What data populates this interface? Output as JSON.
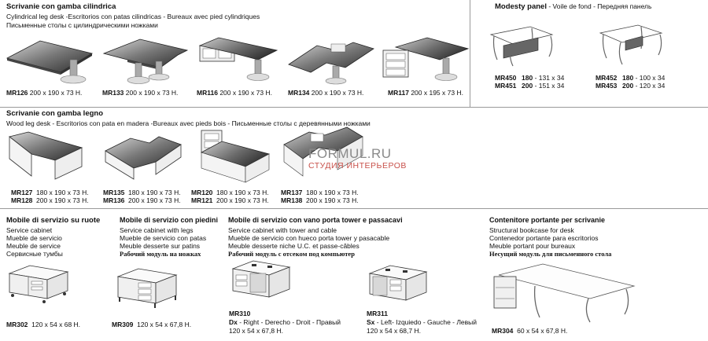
{
  "section1": {
    "title": "Scrivanie con gamba cilindrica",
    "subtitle": "Cylindrical leg desk -Escritorios con patas cilindricas - Bureaux avec pied cylindriques",
    "subtitle_ru": "Письменные столы с цилиндрическими ножками",
    "items": [
      {
        "code": "MR126",
        "dims": "200 x 190 x 73 H."
      },
      {
        "code": "MR133",
        "dims": "200 x 190 x 73 H."
      },
      {
        "code": "MR116",
        "dims": "200 x 190 x 73 H."
      },
      {
        "code": "MR134",
        "dims": "200 x 190 x 73 H."
      },
      {
        "code": "MR117",
        "dims": "200 x 195 x 73 H."
      }
    ]
  },
  "modesty": {
    "title": "Modesty panel",
    "subtitle": " - Voile de fond - Передняя панель",
    "left": [
      {
        "code": "MR450",
        "size": "180",
        "dims": "- 131 x 34"
      },
      {
        "code": "MR451",
        "size": "200",
        "dims": "- 151 x 34"
      }
    ],
    "right": [
      {
        "code": "MR452",
        "size": "180",
        "dims": "- 100 x 34"
      },
      {
        "code": "MR453",
        "size": "200",
        "dims": "- 120 x 34"
      }
    ]
  },
  "section2": {
    "title": "Scrivanie con gamba legno",
    "subtitle": "Wood leg desk - Escritorios con pata en madera -Bureaux avec pieds bois - Письменные столы с деревянными ножками",
    "items": [
      {
        "code1": "MR127",
        "dims1": "180 x 190 x 73 H.",
        "code2": "MR128",
        "dims2": "200 x 190 x 73 H."
      },
      {
        "code1": "MR135",
        "dims1": "180 x 190 x 73 H.",
        "code2": "MR136",
        "dims2": "200 x 190 x 73 H."
      },
      {
        "code1": "MR120",
        "dims1": "180 x 190 x 73 H.",
        "code2": "MR121",
        "dims2": "200 x 190 x 73 H."
      },
      {
        "code1": "MR137",
        "dims1": "180 x 190 x 73 H.",
        "code2": "MR138",
        "dims2": "200 x 190 x 73 H."
      }
    ]
  },
  "watermark": {
    "line1": "FORMUL.RU",
    "line2": "СТУДИЯ ИНТЕРЬЕРОВ"
  },
  "section3": {
    "col1": {
      "title": "Mobile di servizio su ruote",
      "lines": [
        "Service cabinet",
        "Mueble de servicio",
        "Meuble de service",
        "Сервисные тумбы"
      ],
      "code": "MR302",
      "dims": "120 x 54 x 68 H."
    },
    "col2": {
      "title": "Mobile di servizio con piedini",
      "lines": [
        "Service cabinet with legs",
        "Mueble de servicio con patas",
        "Meuble desserte sur patins"
      ],
      "ru": "Рабочий модуль на ножках",
      "code": "MR309",
      "dims": "120 x 54 x 67,8 H."
    },
    "col3": {
      "title": "Mobile di servizio con vano porta tower e passacavi",
      "lines": [
        "Service cabinet with tower and cable",
        "Mueble de servicio con hueco porta tower y pasacable",
        "Meuble desserte niche U.C. et passe-câbles"
      ],
      "ru": "Рабочий модуль с отсеком под компьютер",
      "a": {
        "code": "MR310",
        "side_code": "Dx",
        "side": " - Right - Derecho - Droit - Правый",
        "dims": "120 x 54 x 67,8 H."
      },
      "b": {
        "code": "MR311",
        "side_code": "Sx",
        "side": " - Left- Izquiedo - Gauche - Левый",
        "dims": "120 x 54 x 68,7 H."
      }
    },
    "col4": {
      "title": "Contenitore portante per scrivanie",
      "lines": [
        "Structural bookcase for desk",
        "Contenedor portante para escritorios",
        "Meuble  portant  pour bureaux"
      ],
      "ru": "Несущий модуль  для письменного стола",
      "code": "MR304",
      "dims": "60 x 54 x 67,8 H."
    }
  }
}
